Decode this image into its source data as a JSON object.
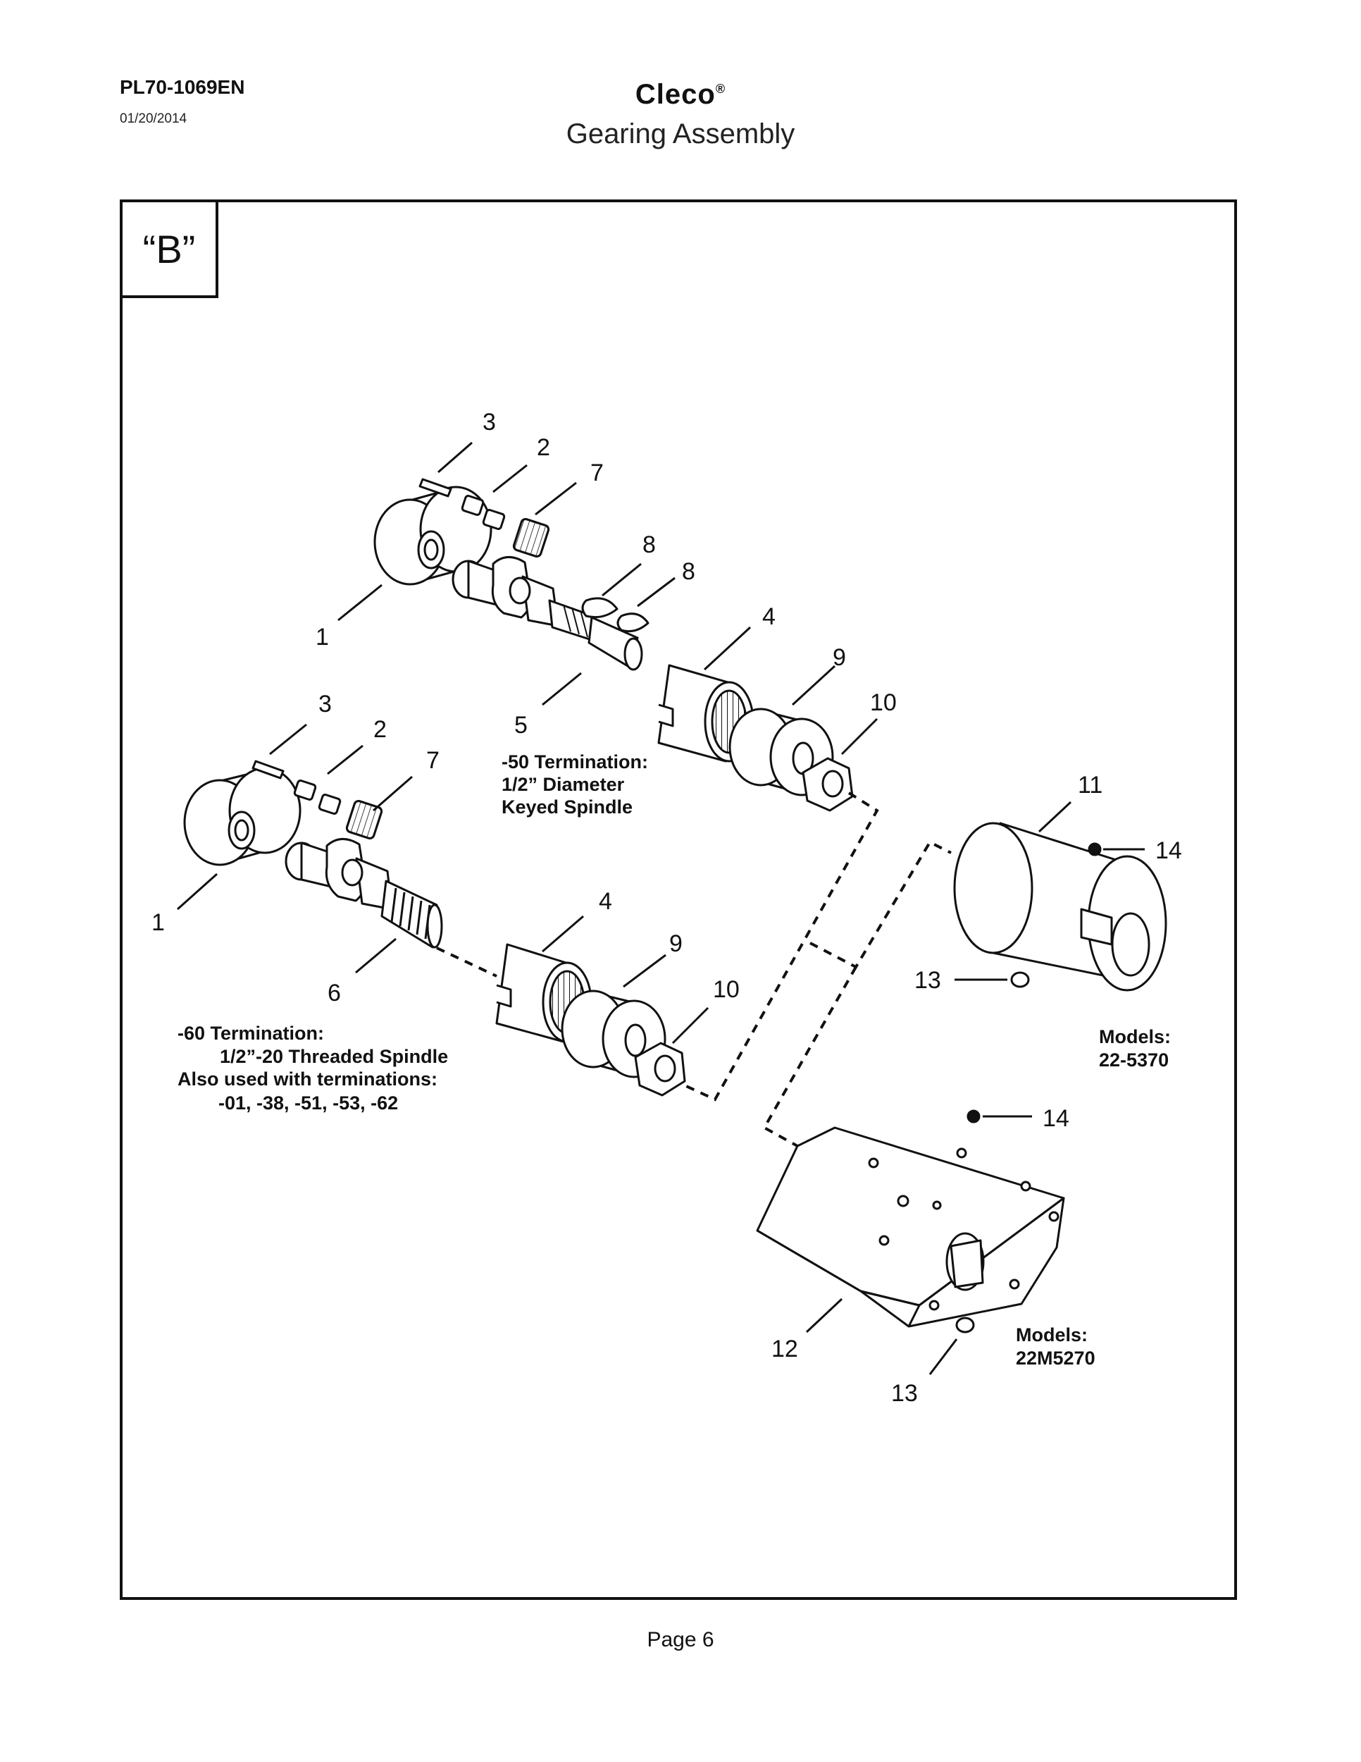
{
  "header": {
    "doc_id": "PL70-1069EN",
    "date": "01/20/2014",
    "brand": "Cleco",
    "registered": "®",
    "subtitle": "Gearing Assembly"
  },
  "view_label": "“B”",
  "callouts": {
    "c1a": "1",
    "c1b": "1",
    "c2a": "2",
    "c2b": "2",
    "c3a": "3",
    "c3b": "3",
    "c4a": "4",
    "c4b": "4",
    "c5": "5",
    "c6": "6",
    "c7a": "7",
    "c7b": "7",
    "c8a": "8",
    "c8b": "8",
    "c9a": "9",
    "c9b": "9",
    "c10a": "10",
    "c10b": "10",
    "c11": "11",
    "c12": "12",
    "c13a": "13",
    "c13b": "13",
    "c14a": "14",
    "c14b": "14"
  },
  "captions": {
    "term50": [
      "-50 Termination:",
      "1/2” Diameter",
      "Keyed Spindle"
    ],
    "term60": [
      "-60 Termination:",
      "1/2”-20 Threaded Spindle",
      "Also used with terminations:",
      "-01, -38, -51, -53, -62"
    ],
    "models_a": [
      "Models:",
      "22-5370"
    ],
    "models_b": [
      "Models:",
      "22M5270"
    ]
  },
  "footer": {
    "page": "Page 6"
  }
}
